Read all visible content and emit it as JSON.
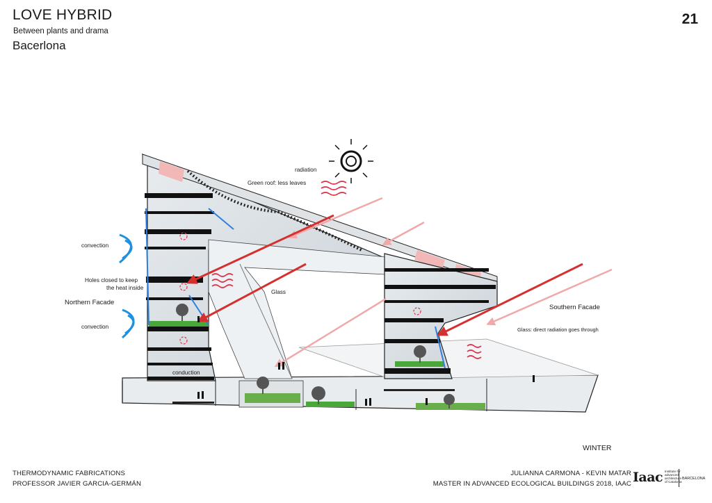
{
  "header": {
    "title": "LOVE HYBRID",
    "subtitle": "Between plants and drama",
    "city": "Bacerlona",
    "page_number": "21"
  },
  "diagram": {
    "season": "WINTER",
    "labels": {
      "radiation": "radiation",
      "green_roof": "Green roof: less leaves",
      "convection_top": "convection",
      "holes_line1": "Holes closed to keep",
      "holes_line2": "the heat inside",
      "northern_facade": "Northern Facade",
      "convection_bottom": "convection",
      "glass": "Glass",
      "southern_facade": "Southern Facade",
      "glass_south": "Glass: direct radiation goes through",
      "conduction": "conduction"
    },
    "colors": {
      "sun_arrow": "#d62f2f",
      "sun_arrow_faded": "#f0a8a8",
      "heat_wave": "#e0304a",
      "convection_wind": "#1e90e0",
      "glass_edge": "#2e7fe0",
      "green": "#4aa83a"
    }
  },
  "footer": {
    "left_line1": "THERMODYNAMIC FABRICATIONS",
    "left_line2": "PROFESSOR JAVIER GARCIA-GERMÁN",
    "right_line1": "JULIANNA CARMONA - KEVIN MATAR",
    "right_line2": "MASTER IN ADVANCED ECOLOGICAL BUILDINGS 2018, IAAC",
    "logo_text": "Iaac",
    "logo_caption_1": "Institute for",
    "logo_caption_2": "advanced",
    "logo_caption_3": "architecture",
    "logo_caption_4": "of Catalonia",
    "logo_city": "BARCELONA"
  }
}
